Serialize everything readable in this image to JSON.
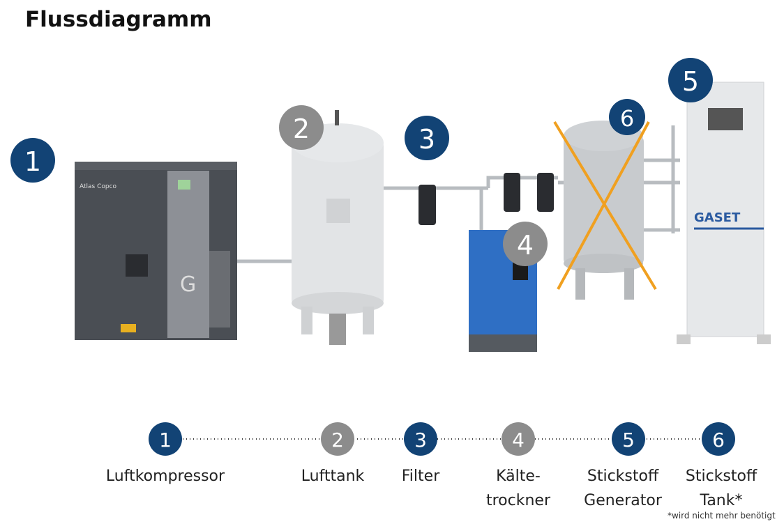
{
  "title": "Flussdiagramm",
  "colors": {
    "navy": "#124375",
    "grey": "#8c8c8c",
    "cross": "#f0a020",
    "dryer": "#2f6fc4"
  },
  "equipment": {
    "compressor_logo": "Atlas Copco",
    "compressor_badge": "G",
    "generator_logo": "GASET"
  },
  "steps": [
    {
      "num": "1",
      "label": "Luftkompressor",
      "label2": "",
      "color": "navy"
    },
    {
      "num": "2",
      "label": "Lufttank",
      "label2": "",
      "color": "grey"
    },
    {
      "num": "3",
      "label": "Filter",
      "label2": "",
      "color": "navy"
    },
    {
      "num": "4",
      "label": "Kälte-",
      "label2": "trockner",
      "color": "grey"
    },
    {
      "num": "5",
      "label": "Stickstoff",
      "label2": "Generator",
      "color": "navy"
    },
    {
      "num": "6",
      "label": "Stickstoff",
      "label2": "Tank*",
      "color": "navy"
    }
  ],
  "footnote": "*wird nicht mehr benötigt"
}
